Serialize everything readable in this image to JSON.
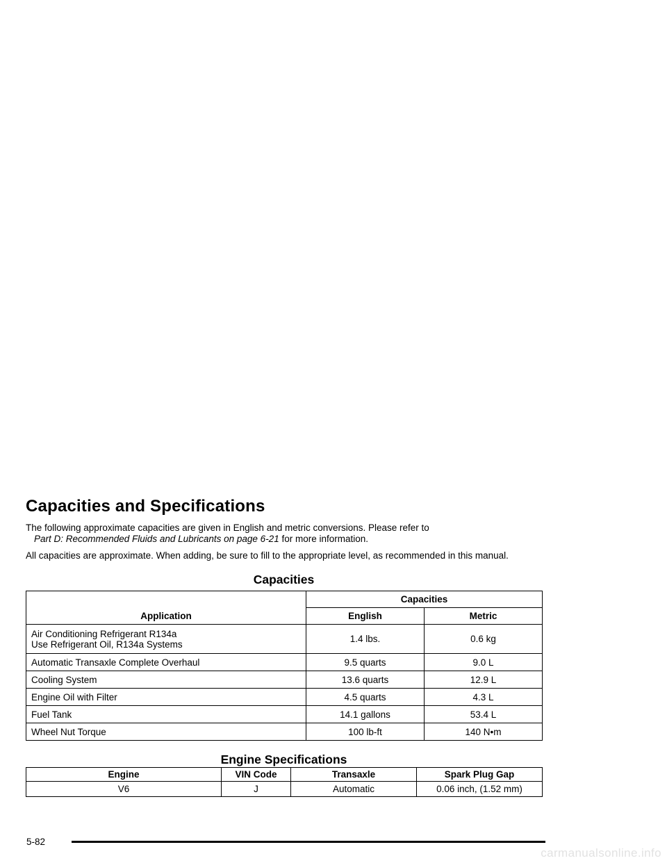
{
  "page": {
    "title": "Capacities and Specifications",
    "intro_text": "The following approximate capacities are given in English and metric conversions. Please refer to",
    "intro_reference": "Part D: Recommended Fluids and Lubricants on page 6-21",
    "intro_suffix": " for more information.",
    "note": "All capacities are approximate. When adding, be sure to fill to the appropriate level, as recommended in this manual.",
    "page_number": "5-82",
    "watermark": "carmanualsonline.info"
  },
  "capacities_table": {
    "title": "Capacities",
    "header_application": "Application",
    "header_capacities": "Capacities",
    "header_english": "English",
    "header_metric": "Metric",
    "rows": [
      {
        "application": "Air Conditioning Refrigerant R134a",
        "application_line2": "Use Refrigerant Oil, R134a Systems",
        "english": "1.4 lbs.",
        "metric": "0.6 kg"
      },
      {
        "application": "Automatic Transaxle Complete Overhaul",
        "english": "9.5 quarts",
        "metric": "9.0 L"
      },
      {
        "application": "Cooling System",
        "english": "13.6 quarts",
        "metric": "12.9 L"
      },
      {
        "application": "Engine Oil with Filter",
        "english": "4.5 quarts",
        "metric": "4.3 L"
      },
      {
        "application": "Fuel Tank",
        "english": "14.1 gallons",
        "metric": "53.4 L"
      },
      {
        "application": "Wheel Nut Torque",
        "english": "100 lb-ft",
        "metric": "140 N•m"
      }
    ]
  },
  "engine_table": {
    "title": "Engine Specifications",
    "headers": [
      "Engine",
      "VIN Code",
      "Transaxle",
      "Spark Plug Gap"
    ],
    "rows": [
      [
        "V6",
        "J",
        "Automatic",
        "0.06 inch, (1.52 mm)"
      ]
    ]
  }
}
